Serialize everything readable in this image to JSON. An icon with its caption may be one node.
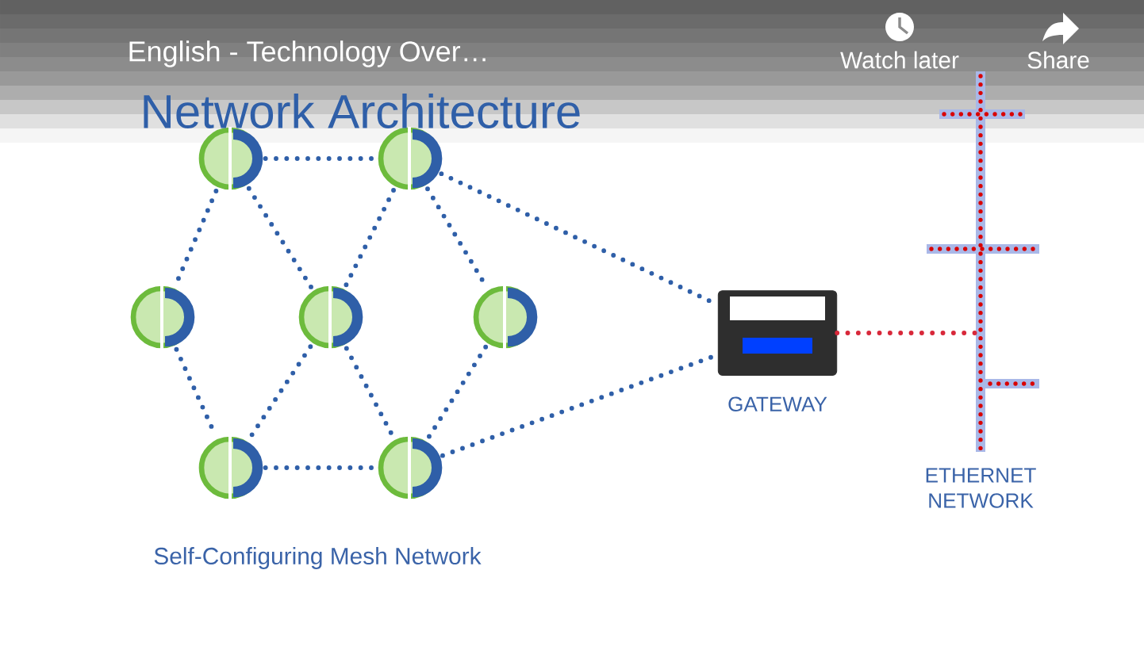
{
  "diagram": {
    "title": "Network Architecture",
    "caption": "Self-Configuring Mesh Network",
    "nodes": [
      {
        "text": [],
        "shape": "circle"
      },
      {
        "text": [],
        "shape": "circle"
      },
      {
        "text": [],
        "shape": "circle"
      },
      {
        "text": [],
        "shape": "circle"
      },
      {
        "text": [],
        "shape": "circle"
      },
      {
        "text": [],
        "shape": "circle"
      },
      {
        "text": [],
        "shape": "circle"
      },
      {
        "text": [],
        "shape": "picture",
        "beside": [
          "GATEWAY"
        ]
      },
      {
        "text": [],
        "shape": "bar",
        "beside": [
          "ETHERNET NETWORK"
        ]
      }
    ],
    "edges": [
      {
        "from": 0,
        "to": 1,
        "arrow": "none",
        "style": "dashed"
      },
      {
        "from": 0,
        "to": 2,
        "arrow": "none",
        "style": "dashed"
      },
      {
        "from": 0,
        "to": 3,
        "arrow": "none",
        "style": "dashed"
      },
      {
        "from": 1,
        "to": 3,
        "arrow": "none",
        "style": "dashed"
      },
      {
        "from": 1,
        "to": 4,
        "arrow": "none",
        "style": "dashed"
      },
      {
        "from": 2,
        "to": 5,
        "arrow": "none",
        "style": "dashed"
      },
      {
        "from": 3,
        "to": 5,
        "arrow": "none",
        "style": "dashed"
      },
      {
        "from": 3,
        "to": 6,
        "arrow": "none",
        "style": "dashed"
      },
      {
        "from": 4,
        "to": 6,
        "arrow": "none",
        "style": "dashed"
      },
      {
        "from": 5,
        "to": 6,
        "arrow": "none",
        "style": "dashed"
      },
      {
        "from": 1,
        "to": 7,
        "arrow": "none",
        "style": "dashed"
      },
      {
        "from": 6,
        "to": 7,
        "arrow": "none",
        "style": "dashed"
      },
      {
        "from": 7,
        "to": 8,
        "arrow": "none",
        "style": "dashed",
        "color": "#d8283a"
      }
    ],
    "labels": [
      "English - Technology Over…",
      "Watch later",
      "Share"
    ]
  }
}
